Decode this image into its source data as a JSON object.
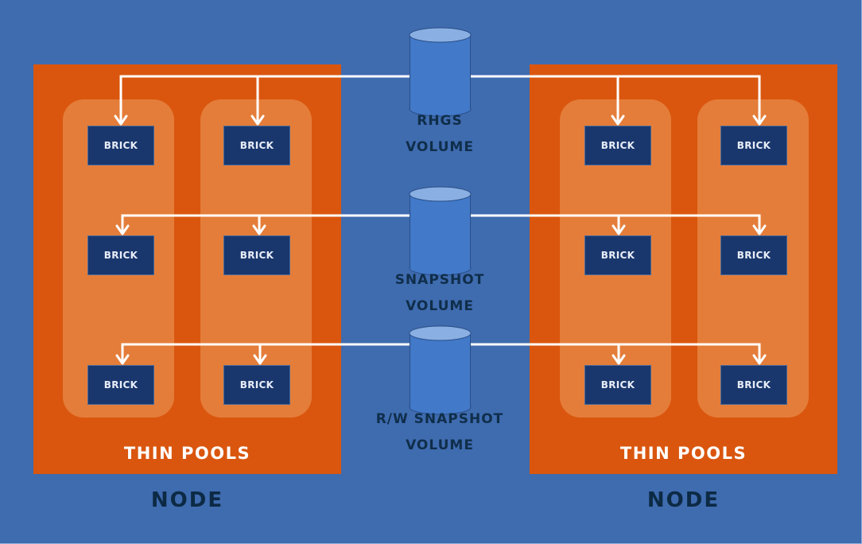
{
  "diagram": {
    "nodes": [
      {
        "label": "NODE",
        "pools_label": "THIN POOLS",
        "pools": [
          {
            "bricks": [
              "BRICK",
              "BRICK",
              "BRICK"
            ]
          },
          {
            "bricks": [
              "BRICK",
              "BRICK",
              "BRICK"
            ]
          }
        ]
      },
      {
        "label": "NODE",
        "pools_label": "THIN POOLS",
        "pools": [
          {
            "bricks": [
              "BRICK",
              "BRICK",
              "BRICK"
            ]
          },
          {
            "bricks": [
              "BRICK",
              "BRICK",
              "BRICK"
            ]
          }
        ]
      }
    ],
    "volumes": [
      {
        "line1": "RHGS",
        "line2": "VOLUME",
        "icon": "database-cylinder-icon"
      },
      {
        "line1": "SNAPSHOT",
        "line2": "VOLUME",
        "icon": "database-cylinder-icon"
      },
      {
        "line1": "R/W SNAPSHOT",
        "line2": "VOLUME",
        "icon": "database-cylinder-icon"
      }
    ],
    "colors": {
      "background": "#3f6baf",
      "node": "#da560e",
      "pool": "#e47d3a",
      "brick": "#1a376d",
      "cylinder_body": "#4279c9",
      "cylinder_top": "#8aafe3",
      "connector": "#ffffff",
      "label_dark": "#0c2a44"
    }
  }
}
